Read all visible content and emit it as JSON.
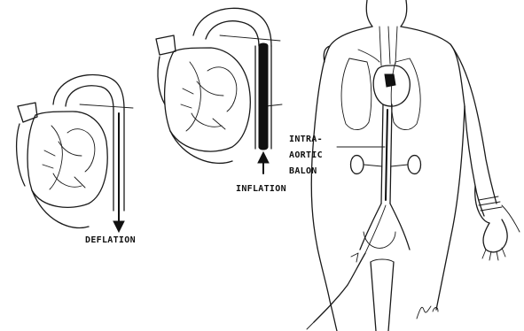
{
  "labels": {
    "deflation": "DEFLATION",
    "inflation": "INFLATION",
    "balloon_line1": "INTRA-",
    "balloon_line2": "AORTIC",
    "balloon_line3": "BALON"
  }
}
